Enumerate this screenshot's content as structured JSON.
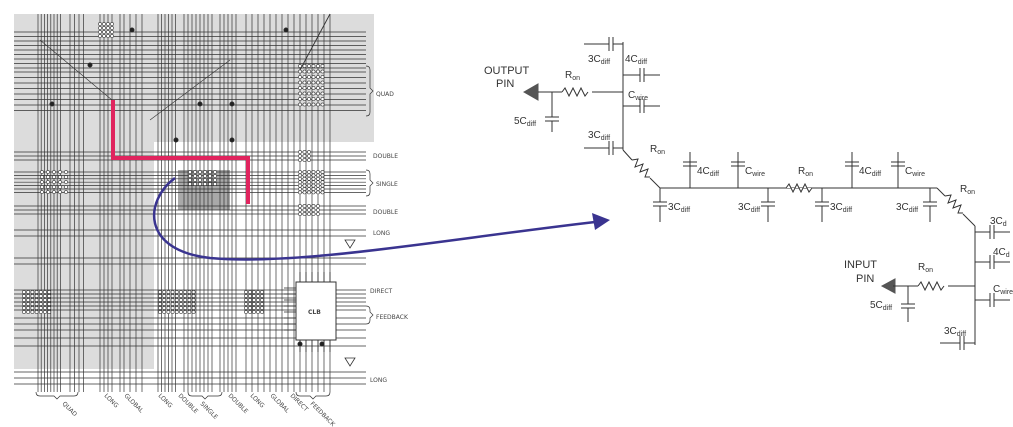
{
  "fpga": {
    "right_labels": [
      "QUAD",
      "DOUBLE",
      "SINGLE",
      "DOUBLE",
      "LONG",
      "DIRECT",
      "FEEDBACK",
      "LONG"
    ],
    "bottom_labels": [
      "QUAD",
      "LONG",
      "GLOBAL",
      "LONG",
      "DOUBLE",
      "SINGLE",
      "DOUBLE",
      "LONG",
      "GLOBAL",
      "DIRECT",
      "FEEDBACK"
    ],
    "clb_label": "CLB",
    "route_color": "#e0245e",
    "arrow_color": "#3a3490"
  },
  "circuit": {
    "output_pin": [
      "OUTPUT",
      "PIN"
    ],
    "input_pin": [
      "INPUT",
      "PIN"
    ],
    "labels": [
      {
        "main": "3C",
        "sub": "diff"
      },
      {
        "main": "4C",
        "sub": "diff"
      },
      {
        "main": "R",
        "sub": "on"
      },
      {
        "main": "C",
        "sub": "wire"
      },
      {
        "main": "5C",
        "sub": "diff"
      },
      {
        "main": "3C",
        "sub": "diff"
      },
      {
        "main": "R",
        "sub": "on"
      },
      {
        "main": "4C",
        "sub": "diff"
      },
      {
        "main": "C",
        "sub": "wire"
      },
      {
        "main": "R",
        "sub": "on"
      },
      {
        "main": "4C",
        "sub": "diff"
      },
      {
        "main": "C",
        "sub": "wire"
      },
      {
        "main": "3C",
        "sub": "diff"
      },
      {
        "main": "3C",
        "sub": "diff"
      },
      {
        "main": "3C",
        "sub": "diff"
      },
      {
        "main": "3C",
        "sub": "diff"
      },
      {
        "main": "R",
        "sub": "on"
      },
      {
        "main": "3C",
        "sub": "d"
      },
      {
        "main": "4C",
        "sub": "d"
      },
      {
        "main": "C",
        "sub": "wire"
      },
      {
        "main": "R",
        "sub": "on"
      },
      {
        "main": "5C",
        "sub": "diff"
      },
      {
        "main": "3C",
        "sub": "diff"
      }
    ]
  }
}
